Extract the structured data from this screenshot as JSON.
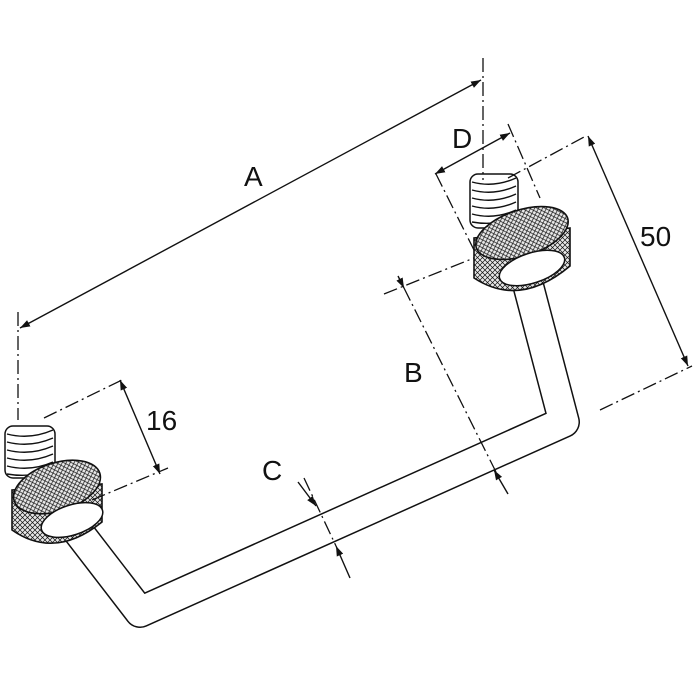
{
  "labels": {
    "length": "A",
    "thread_diameter": "D",
    "height": "50",
    "depth": "B",
    "tube_diameter": "C",
    "thread_length": "16"
  },
  "colors": {
    "stroke": "#111111",
    "background": "#ffffff",
    "knurl_fill": "#e8e8e8"
  }
}
